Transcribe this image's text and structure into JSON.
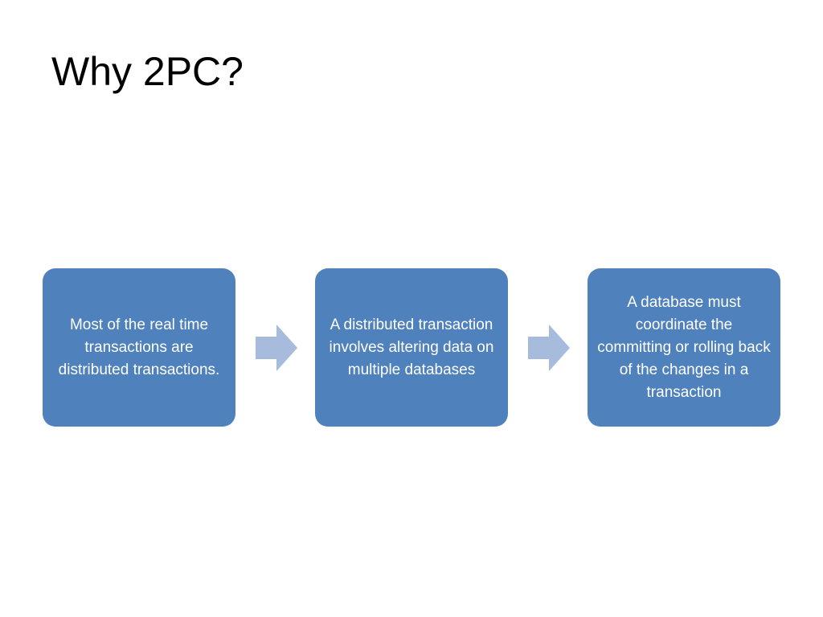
{
  "slide": {
    "title": "Why 2PC?"
  },
  "flow": {
    "steps": [
      {
        "text": "Most of the real time transactions are distributed transactions."
      },
      {
        "text": "A distributed transaction involves altering data on multiple databases"
      },
      {
        "text": "A database must coordinate the committing or rolling back of the changes in a transaction"
      }
    ]
  },
  "colors": {
    "box_fill": "#4f81bd",
    "box_text": "#ffffff",
    "arrow_fill": "#a7bcdc",
    "background": "#ffffff",
    "title_text": "#000000"
  },
  "icons": {
    "connector": "right-arrow-icon"
  }
}
